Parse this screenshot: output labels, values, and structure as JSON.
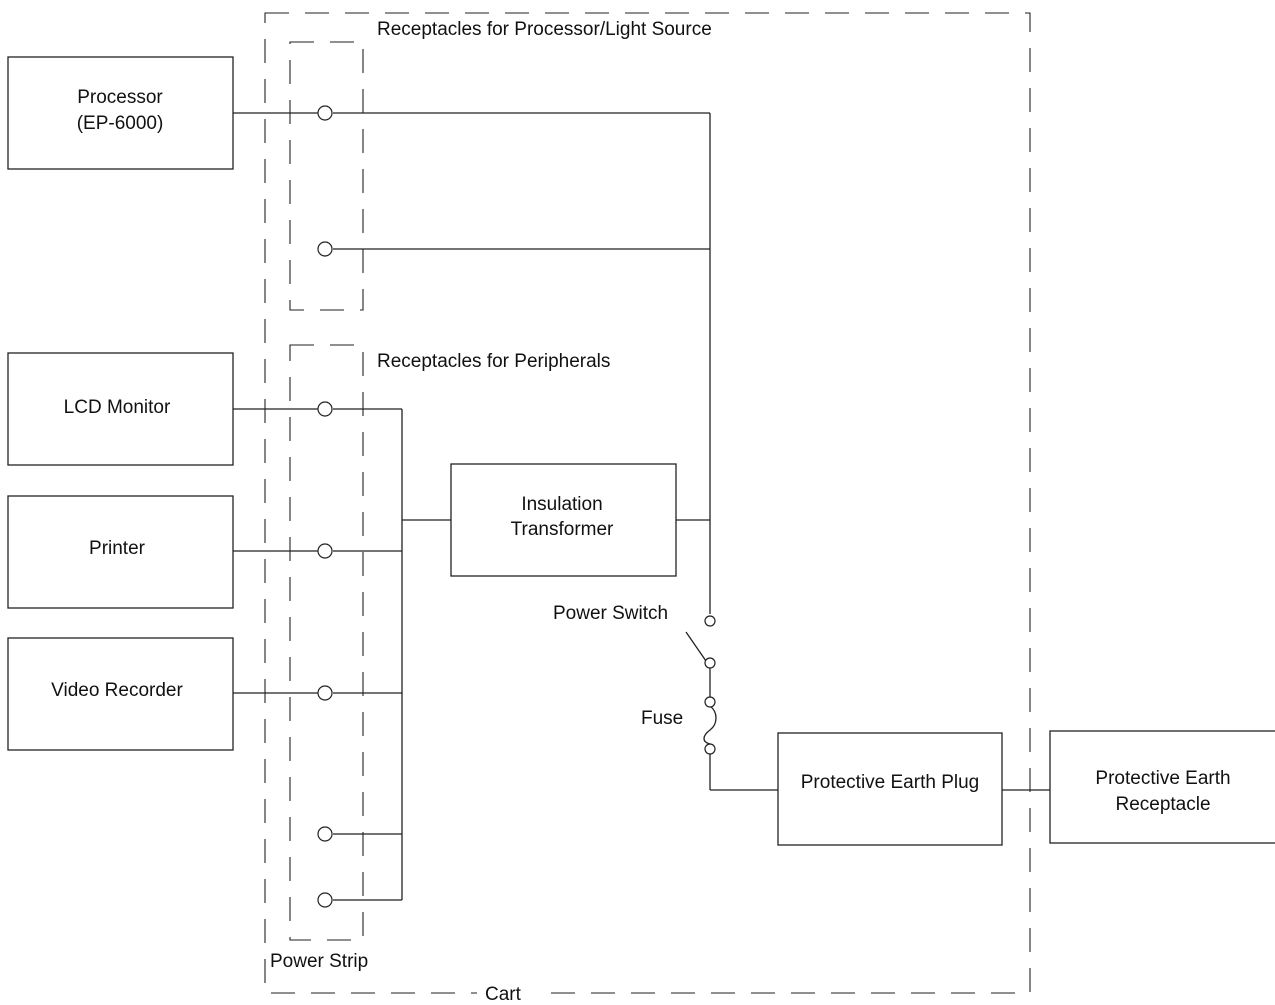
{
  "title_processor_receptacles": "Receptacles for Processor/Light Source",
  "title_peripheral_receptacles": "Receptacles for Peripherals",
  "label_power_strip": "Power Strip",
  "label_cart": "Cart",
  "label_power_switch": "Power Switch",
  "label_fuse": "Fuse",
  "devices": {
    "processor_line1": "Processor",
    "processor_line2": "(EP-6000)",
    "lcd_monitor": "LCD Monitor",
    "printer": "Printer",
    "video_recorder": "Video Recorder"
  },
  "insulation_transformer_line1": "Insulation",
  "insulation_transformer_line2": "Transformer",
  "protective_earth_plug": "Protective Earth Plug",
  "protective_earth_receptacle_line1": "Protective Earth",
  "protective_earth_receptacle_line2": "Receptacle"
}
